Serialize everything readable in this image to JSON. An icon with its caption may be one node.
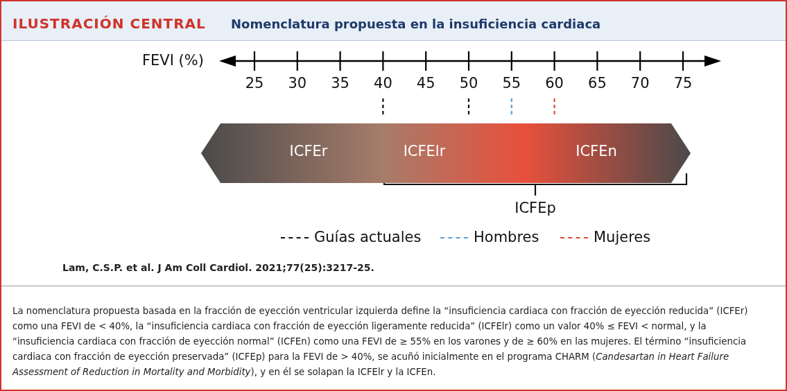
{
  "diagram": {
    "title": "Nomenclatura propuesta en la insuficiencia cardiaca",
    "caption": "La nomenclatura propuesta basada en la fracción de eyección ventricular izquierda define la “insuficiencia cardiaca con fracción de eyección reducida” (ICFEr) como una FEVI de < 40%, la “insuficiencia cardiaca con fracción de eyección ligeramente reducida” (ICFElr) como un valor 40% ≤ FEVI < normal, y la “insuficiencia cardiaca con fracción de eyección normal” (ICFEn) como una FEVI de ≥ 55% en los varones y de ≥ 60% en las mujeres. El término “insuficiencia cardiaca con fracción de eyección preservada” (ICFEp) para la FEVI de > 40%, se acuñó inicialmente en el programa CHARM (*Candesartan in Heart Failure Assessment of Reduction in Mortality and Morbidity*), y en él se solapan la ICFElr y la ICFEn.",
    "nodes": [
      {
        "text": [
          "ICFEr",
          "ICFElr",
          "ICFEn"
        ]
      }
    ],
    "edges": [],
    "labels": [
      "ILUSTRACIÓN CENTRAL",
      "FEVI (%)",
      "25",
      "30",
      "35",
      "40",
      "45",
      "50",
      "55",
      "60",
      "65",
      "70",
      "75",
      "ICFEp",
      "Lam, C.S.P. et al. J Am Coll Cardiol. 2021;77(25):3217-25."
    ],
    "legend": [
      {
        "text": "Guías actuales"
      },
      {
        "text": "Hombres"
      },
      {
        "text": "Mujeres"
      }
    ]
  }
}
